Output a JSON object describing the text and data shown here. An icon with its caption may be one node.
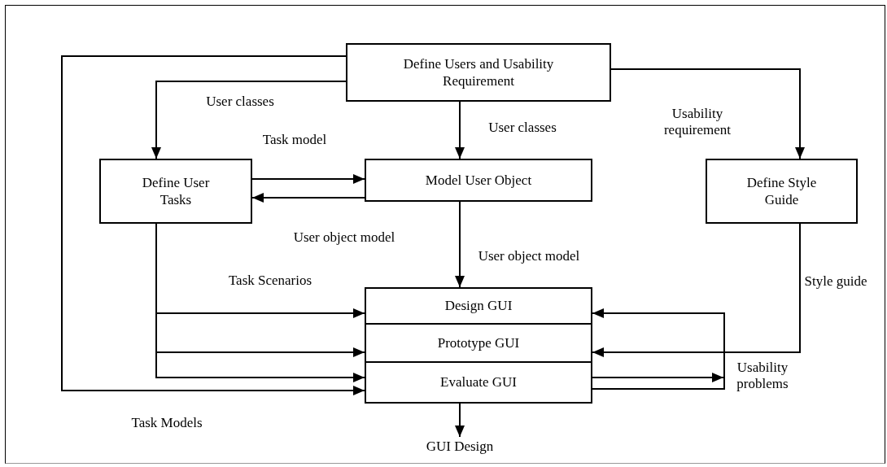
{
  "diagram": {
    "nodes": [
      {
        "text": [
          "Define Users and Usability Requirement"
        ]
      },
      {
        "text": [
          "Define User Tasks"
        ]
      },
      {
        "text": [
          "Model User Object"
        ]
      },
      {
        "text": [
          "Define Style Guide"
        ]
      },
      {
        "text": [
          "Design GUI"
        ]
      },
      {
        "text": [
          "Prototype GUI"
        ]
      },
      {
        "text": [
          "Evaluate GUI"
        ]
      },
      {
        "text": [
          "GUI Design"
        ]
      }
    ],
    "edges": [
      {
        "from": 0,
        "to": 1,
        "arrow": "to",
        "label": "User classes"
      },
      {
        "from": 0,
        "to": 2,
        "arrow": "to",
        "label": "User classes"
      },
      {
        "from": 0,
        "to": 3,
        "arrow": "to",
        "label": "Usability requirement"
      },
      {
        "from": 1,
        "to": 2,
        "arrow": "to",
        "label": "Task model"
      },
      {
        "from": 2,
        "to": 1,
        "arrow": "to",
        "label": "User object model"
      },
      {
        "from": 2,
        "to": 4,
        "arrow": "to",
        "label": "User object model"
      },
      {
        "from": 1,
        "to": 4,
        "arrow": "to",
        "label": "Task Scenarios"
      },
      {
        "from": 1,
        "to": 5,
        "arrow": "to"
      },
      {
        "from": 1,
        "to": 6,
        "arrow": "to"
      },
      {
        "from": 0,
        "to": 6,
        "arrow": "to",
        "label": "Task Models"
      },
      {
        "from": 3,
        "to": 5,
        "arrow": "to",
        "label": "Style guide"
      },
      {
        "from": 6,
        "to": 4,
        "arrow": "to",
        "label": "Usability problems"
      },
      {
        "from": 6,
        "to": null,
        "arrow": "to"
      },
      {
        "from": 6,
        "to": 7,
        "arrow": "to"
      }
    ]
  }
}
